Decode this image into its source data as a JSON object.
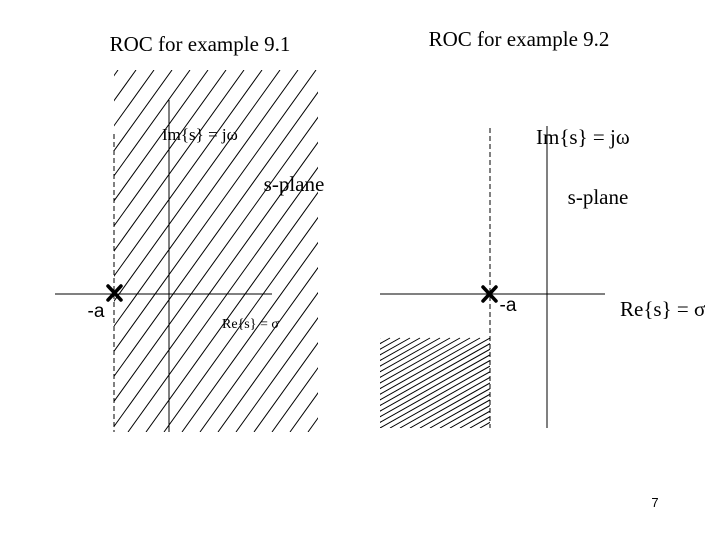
{
  "slide": {
    "page_number": "7",
    "colors": {
      "ink": "#000000",
      "background": "#ffffff"
    }
  },
  "example1": {
    "title": "ROC for example 9.1",
    "im_axis_label": "Im{s} = jω",
    "plane_label": "s-plane",
    "re_axis_label": "Re{s} = σ",
    "pole_label": "-a",
    "pole_marker": "cross-icon",
    "roc_side": "right of pole"
  },
  "example2": {
    "title": "ROC for example 9.2",
    "im_axis_label": "Im{s} = jω",
    "plane_label": "s-plane",
    "re_axis_label": "Re{s} = σ",
    "pole_label": "-a",
    "pole_marker": "cross-icon",
    "roc_side": "left of pole"
  }
}
